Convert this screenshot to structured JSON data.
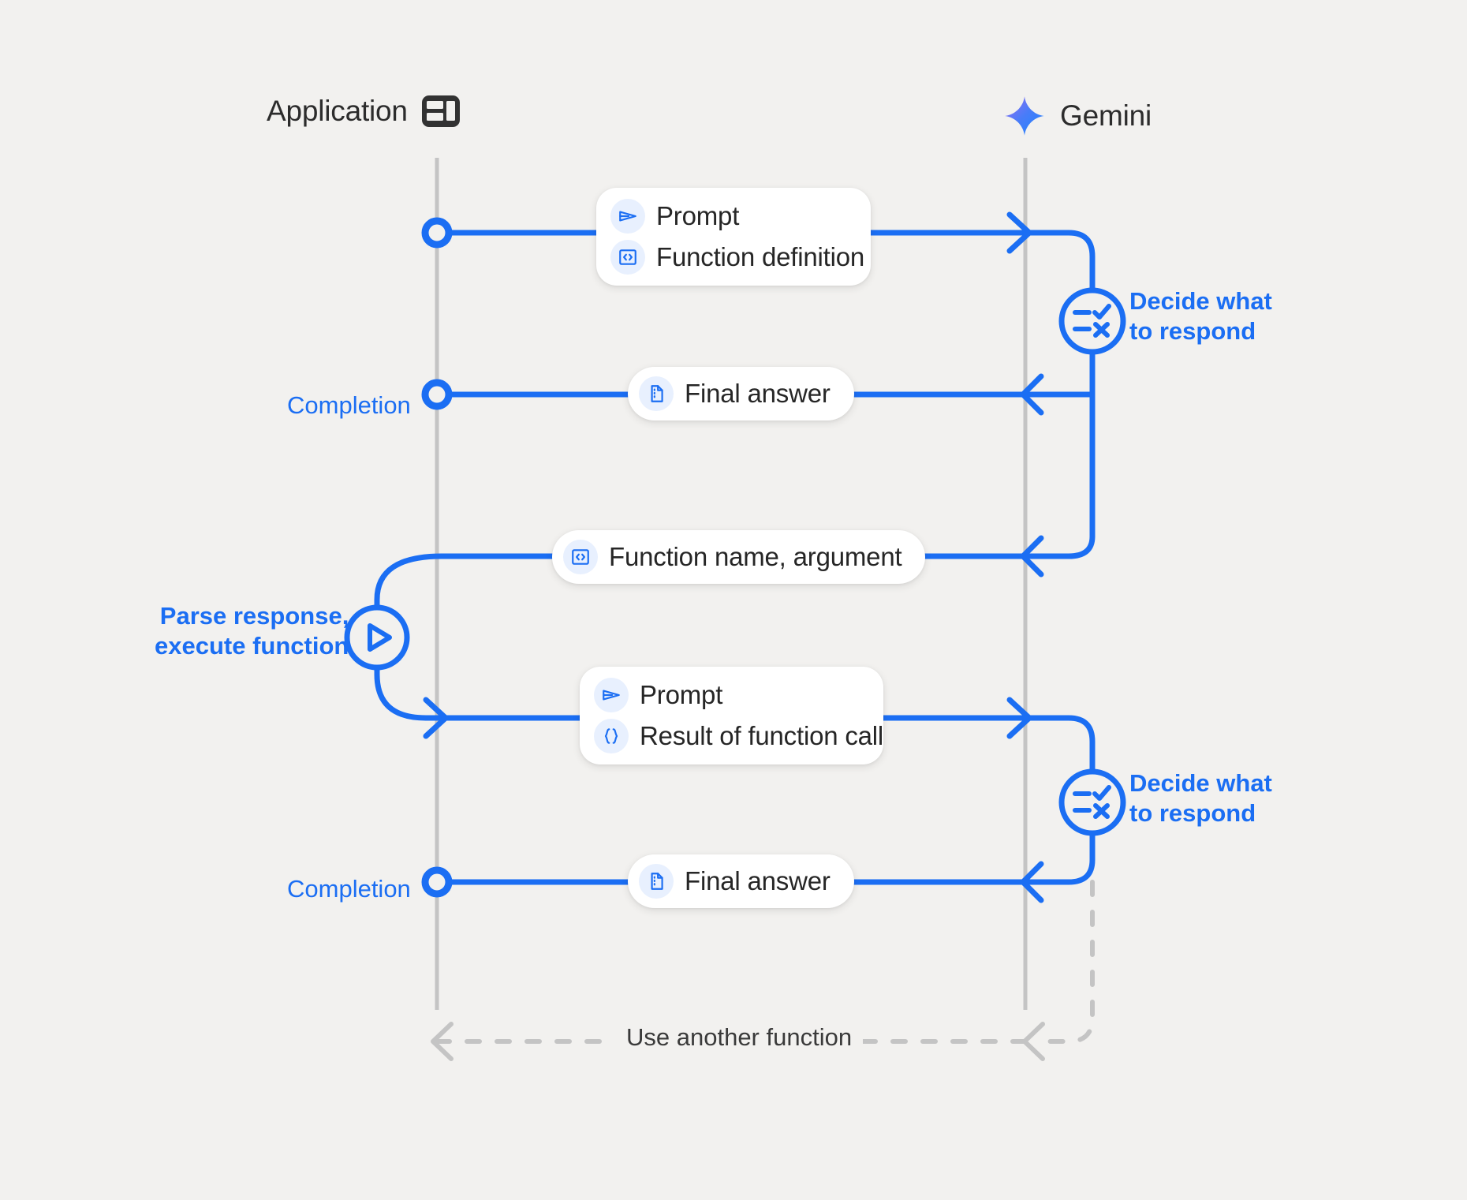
{
  "diagram": {
    "background_color": "#f2f1ef",
    "accent_color": "#1b6ef3",
    "lifeline_color": "#c4c4c4",
    "bubble_color": "#ffffff",
    "icon_badge_color": "#e8f0fe",
    "text_color": "#262626"
  },
  "actors": {
    "application": {
      "label": "Application",
      "icon": "app-layout-icon"
    },
    "gemini": {
      "label": "Gemini",
      "icon": "gemini-sparkle-icon"
    }
  },
  "messages": [
    {
      "id": "prompt-function-definition",
      "direction": "application-to-gemini",
      "lines": [
        {
          "icon": "send-icon",
          "text": "Prompt"
        },
        {
          "icon": "code-brackets-icon",
          "text": "Function definition"
        }
      ]
    },
    {
      "id": "final-answer-1",
      "direction": "gemini-to-application",
      "lines": [
        {
          "icon": "document-icon",
          "text": "Final answer"
        }
      ]
    },
    {
      "id": "function-name-argument",
      "direction": "gemini-to-application",
      "lines": [
        {
          "icon": "code-brackets-icon",
          "text": "Function name,  argument"
        }
      ]
    },
    {
      "id": "prompt-result",
      "direction": "application-to-gemini",
      "lines": [
        {
          "icon": "send-icon",
          "text": "Prompt"
        },
        {
          "icon": "curly-braces-icon",
          "text": "Result of function call"
        }
      ]
    },
    {
      "id": "final-answer-2",
      "direction": "gemini-to-application",
      "lines": [
        {
          "icon": "document-icon",
          "text": "Final answer"
        }
      ]
    }
  ],
  "side_labels": {
    "completion_1": "Completion",
    "completion_2": "Completion",
    "parse_execute": "Parse response,\nexecute function",
    "parse_execute_line1": "Parse response,",
    "parse_execute_line2": "execute function",
    "decide_1_line1": "Decide what",
    "decide_1_line2": "to respond",
    "decide_2_line1": "Decide what",
    "decide_2_line2": "to respond"
  },
  "nodes": {
    "decide_1": {
      "icon": "checklist-circle-icon"
    },
    "decide_2": {
      "icon": "checklist-circle-icon"
    },
    "parse": {
      "icon": "play-circle-icon"
    },
    "start_point": {
      "icon": "start-dot-icon"
    }
  },
  "loop": {
    "label": "Use another function",
    "style": "dashed",
    "color": "#c4c4c4"
  }
}
